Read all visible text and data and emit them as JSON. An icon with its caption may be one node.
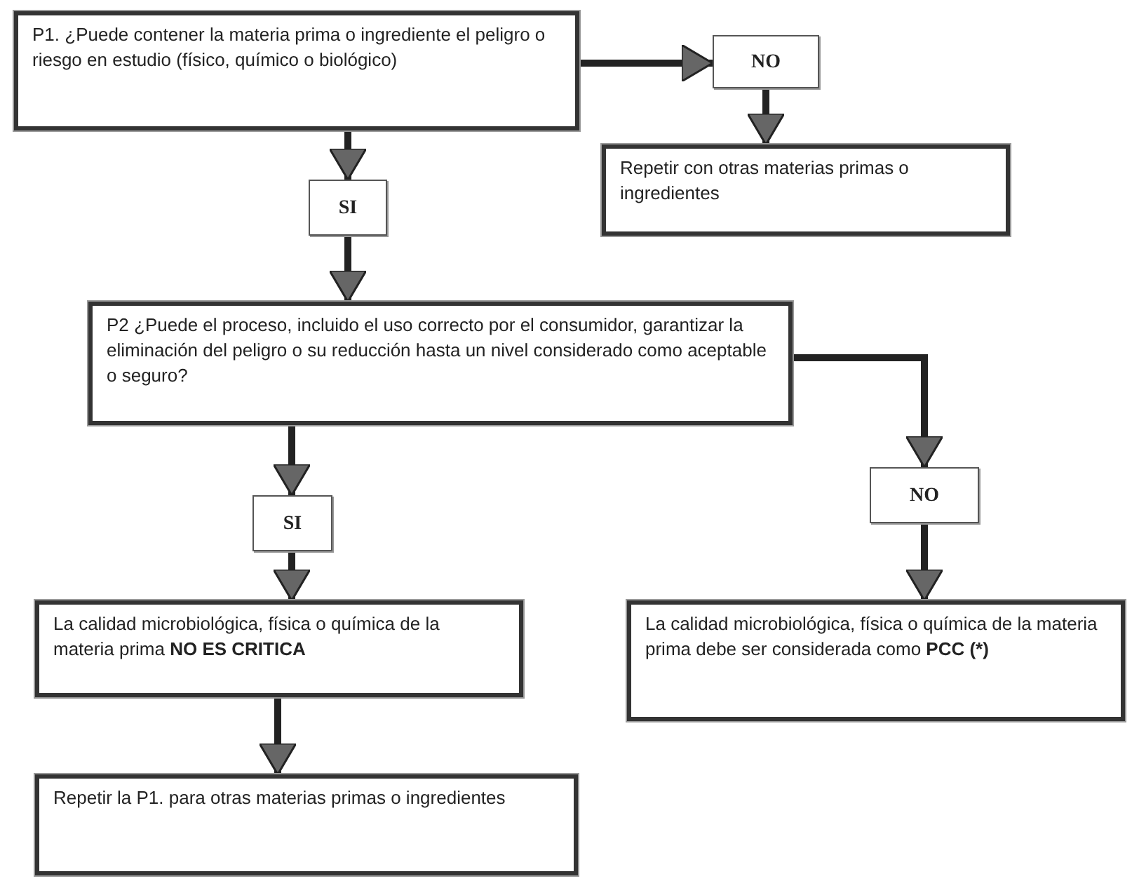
{
  "diagram": {
    "nodes": [
      {
        "text": [
          "P1. ¿Puede contener la materia prima o ingrediente el peligro o riesgo en estudio (físico, químico o biológico)"
        ]
      },
      {
        "text": [
          "NO"
        ]
      },
      {
        "text": [
          "Repetir con otras materias primas o ingredientes"
        ]
      },
      {
        "text": [
          "SI"
        ]
      },
      {
        "text": [
          "P2 ¿Puede el proceso, incluido el uso correcto por el consumidor, garantizar la eliminación del peligro o su reducción hasta un nivel considerado como aceptable o seguro?"
        ]
      },
      {
        "text": [
          "SI"
        ]
      },
      {
        "text": [
          "NO"
        ]
      },
      {
        "text": [
          "La calidad microbiológica, física o química de la materia prima  **NO ES CRITICA**"
        ]
      },
      {
        "text": [
          "La calidad microbiológica, física o química de la materia prima debe ser considerada como **PCC (*)**"
        ]
      },
      {
        "text": [
          "Repetir la P1. para otras materias primas o ingredientes"
        ]
      }
    ],
    "edges": [
      {
        "from": 0,
        "to": 1,
        "arrow": "to"
      },
      {
        "from": 1,
        "to": 2,
        "arrow": "to"
      },
      {
        "from": 0,
        "to": 3,
        "arrow": "to"
      },
      {
        "from": 3,
        "to": 4,
        "arrow": "to"
      },
      {
        "from": 4,
        "to": 6,
        "arrow": "to"
      },
      {
        "from": 6,
        "to": 8,
        "arrow": "to"
      },
      {
        "from": 4,
        "to": 5,
        "arrow": "to"
      },
      {
        "from": 5,
        "to": 7,
        "arrow": "to"
      },
      {
        "from": 7,
        "to": 9,
        "arrow": "to"
      }
    ]
  }
}
